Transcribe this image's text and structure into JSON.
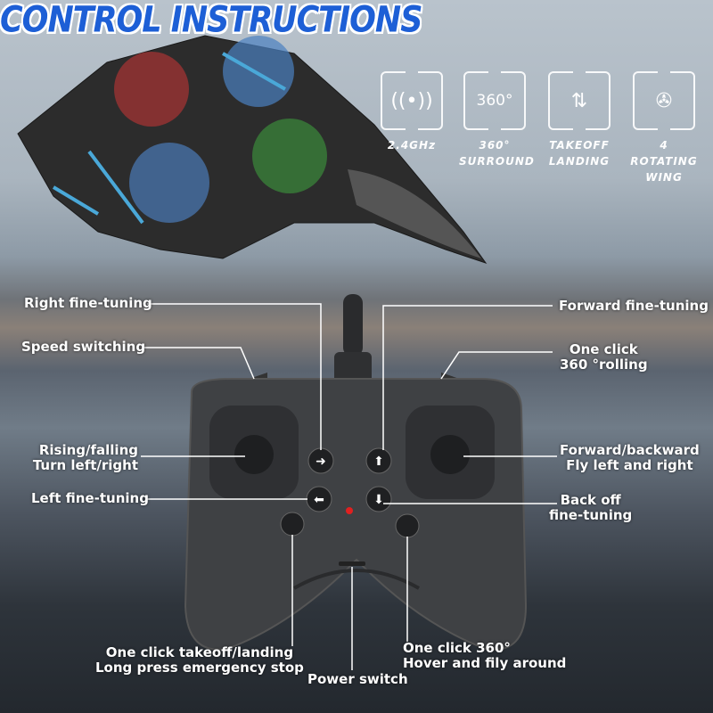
{
  "title": "CONTROL INSTRUCTIONS",
  "features": [
    {
      "icon": "signal-icon",
      "label": "2.4GHz"
    },
    {
      "icon": "360-icon",
      "label": "360°\nSURROUND"
    },
    {
      "icon": "helipad-icon",
      "label": "TAKEOFF\nLANDING"
    },
    {
      "icon": "fan-icon",
      "label": "4 ROTATING\nWING"
    }
  ],
  "callouts": {
    "right_fine": "Right fine-tuning",
    "forward_fine": "Forward fine-tuning",
    "speed": "Speed switching",
    "roll_1": "One click",
    "roll_2": "360 °rolling",
    "rising_1": "Rising/falling",
    "rising_2": "Turn left/right",
    "fwd_1": "Forward/backward",
    "fwd_2": "Fly left and right",
    "left_fine": "Left fine-tuning",
    "back_1": "Back off",
    "back_2": "fine-tuning",
    "takeoff_1": "One click takeoff/landing",
    "takeoff_2": "Long press emergency stop",
    "hover_1": "One click 360°",
    "hover_2": "Hover and fily around",
    "power": "Power switch"
  },
  "colors": {
    "title": "#1d5fd6",
    "controller": "#3f4144"
  }
}
